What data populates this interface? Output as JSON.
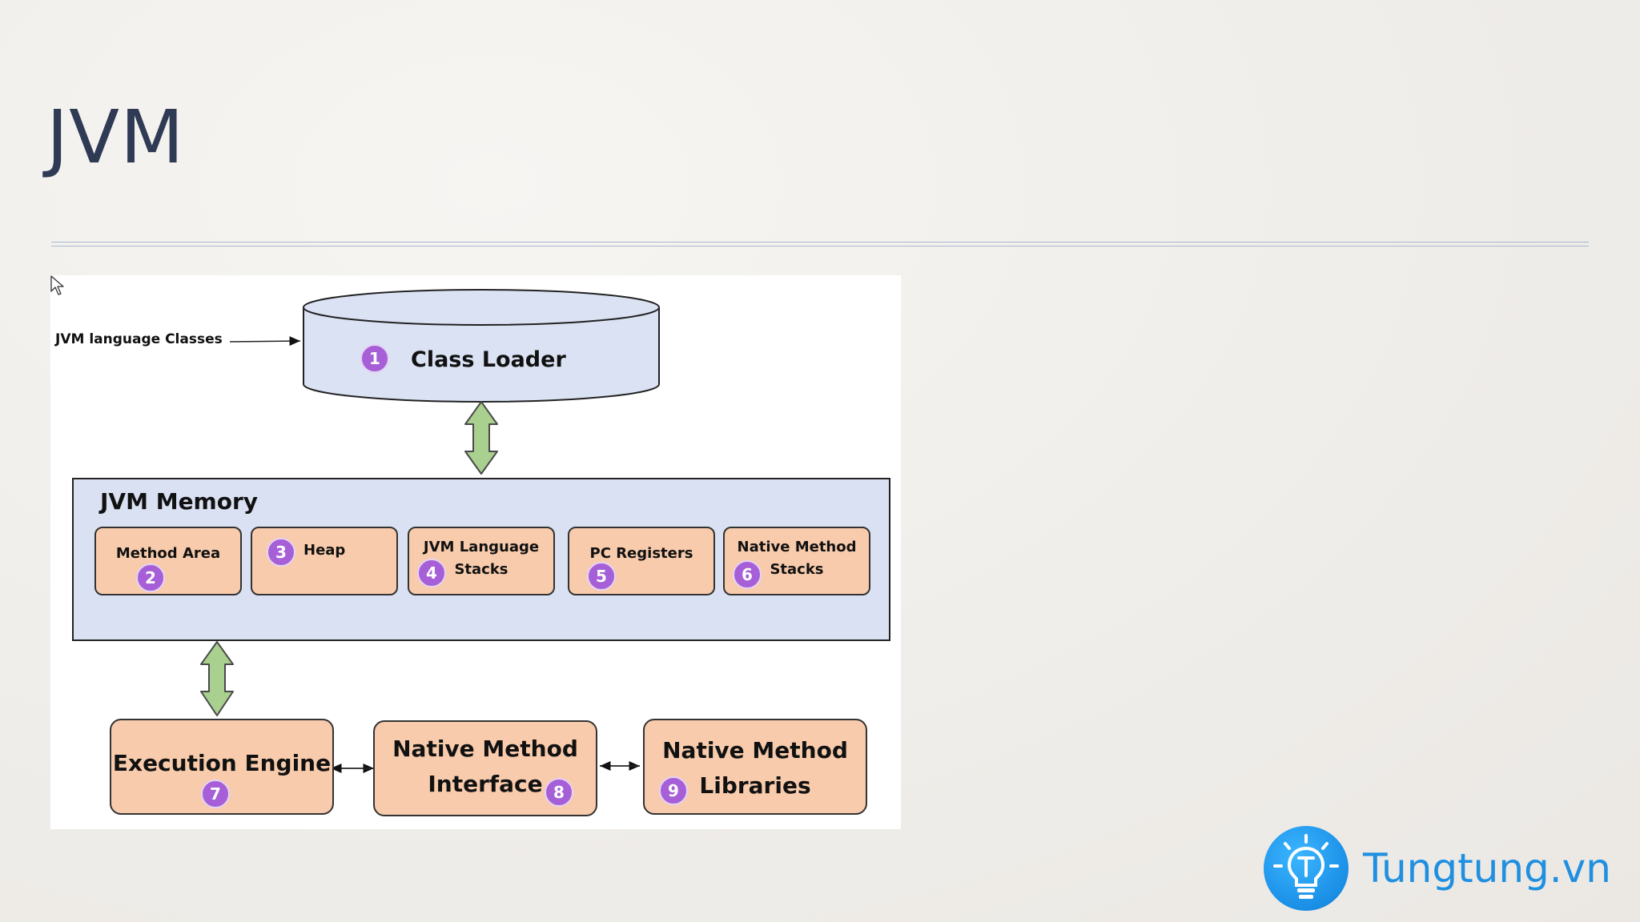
{
  "slide": {
    "title": "JVM"
  },
  "diagram": {
    "input_label": "JVM language Classes",
    "class_loader": {
      "label": "Class Loader",
      "badge": "1"
    },
    "memory": {
      "title": "JVM Memory",
      "areas": [
        {
          "label_lines": [
            "Method Area"
          ],
          "badge": "2"
        },
        {
          "label_lines": [
            "Heap"
          ],
          "badge": "3"
        },
        {
          "label_lines": [
            "JVM Language",
            "Stacks"
          ],
          "badge": "4"
        },
        {
          "label_lines": [
            "PC Registers"
          ],
          "badge": "5"
        },
        {
          "label_lines": [
            "Native Method",
            "Stacks"
          ],
          "badge": "6"
        }
      ]
    },
    "execution_engine": {
      "label": "Execution Engine",
      "badge": "7"
    },
    "native_interface": {
      "label_lines": [
        "Native Method",
        "Interface"
      ],
      "badge": "8"
    },
    "native_libraries": {
      "label_lines": [
        "Native Method",
        "Libraries"
      ],
      "badge": "9"
    },
    "colors": {
      "cylinder_fill": "#dae2f3",
      "memory_fill": "#d9e1f3",
      "box_fill": "#f8cbac",
      "arrow_fill": "#a9d08e",
      "badge_fill": "#a65fd6"
    }
  },
  "brand": {
    "name": "Tungtung.vn",
    "icon": "lightbulb-icon"
  }
}
